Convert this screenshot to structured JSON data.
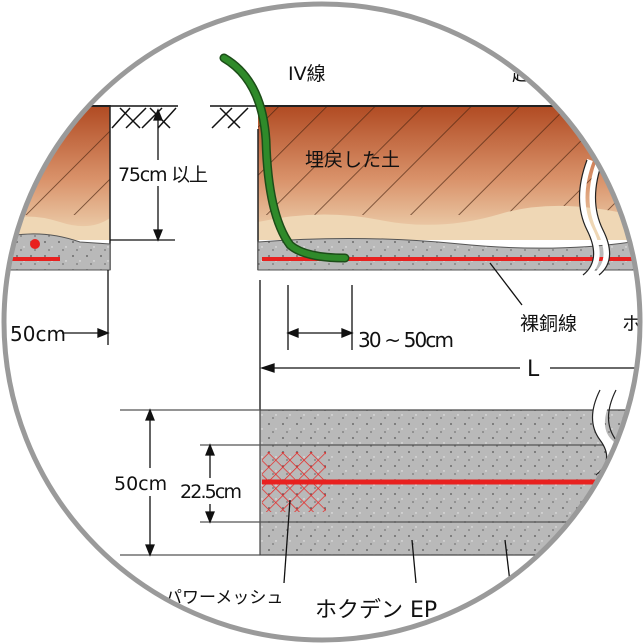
{
  "title": "IV線 / 裸銅線 / パワーメッシュ installation cross-section",
  "labels": {
    "iv_wire": "IV線",
    "backfill_soil": "埋戻した土",
    "depth_75": "75cm 以上",
    "width_50": "50cm",
    "range_30_50": "30 ~ 50cm",
    "bare_copper": "裸銅線",
    "cut_right": "ホ",
    "cut_top_right": "起",
    "length_L": "L",
    "height_50": "50cm",
    "height_22_5": "22.5cm",
    "power_mesh": "パワーメッシュ",
    "hokuden_ep": "ホクデン EP"
  },
  "colors": {
    "soil_top": "#b04a22",
    "soil_bottom": "#efd7b5",
    "concrete": "#b9b9b9",
    "copper_wire": "#e8211f",
    "iv_wire": "#2f8a2a",
    "frame": "#9a9a9a"
  }
}
